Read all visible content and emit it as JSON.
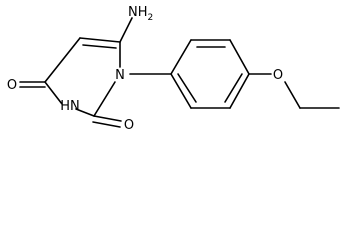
{
  "atoms": {
    "amine": "NH",
    "amine_sub": "2",
    "n1": "N",
    "nh3": "HN",
    "o_c4": "O",
    "o_c2": "O",
    "o_ether": "O"
  }
}
